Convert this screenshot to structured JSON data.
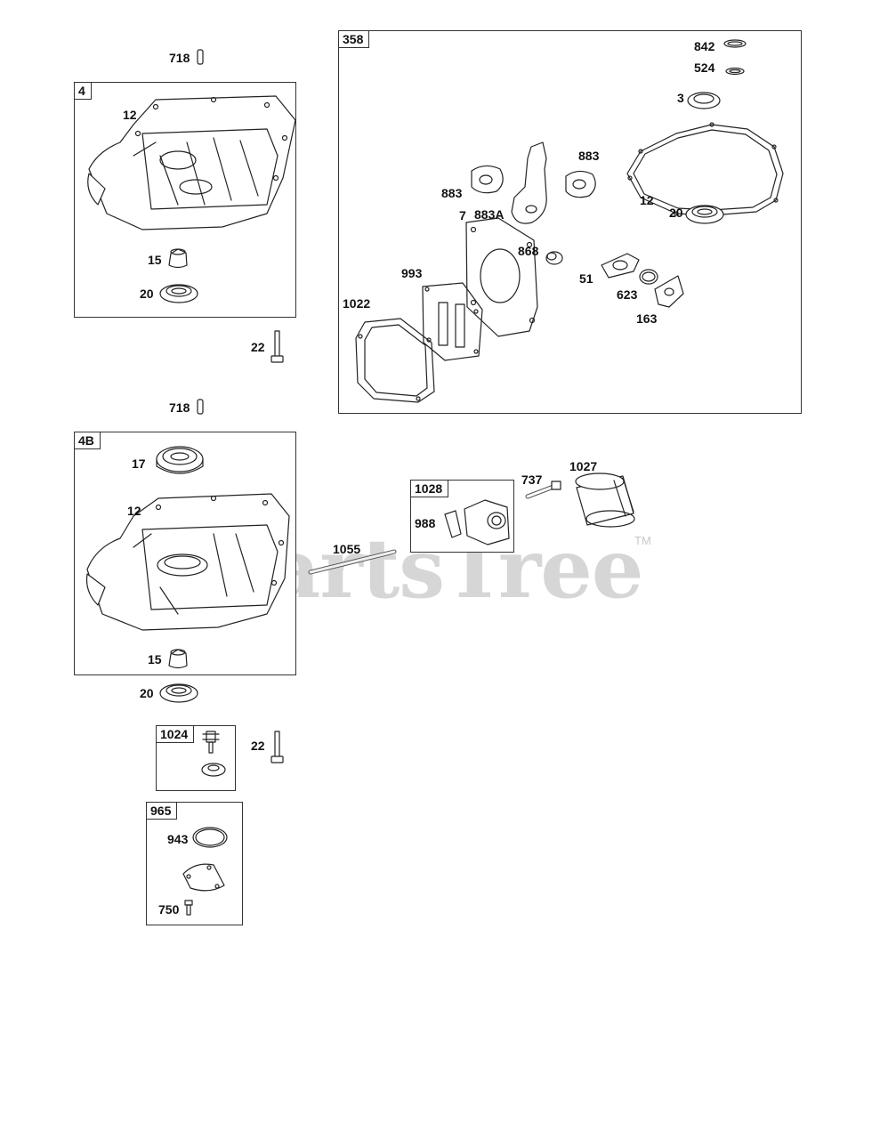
{
  "watermark": {
    "text": "PartsTree",
    "tm": "TM"
  },
  "boxes": {
    "b4": "4",
    "b358": "358",
    "b4b": "4B",
    "b1028": "1028",
    "b1024": "1024",
    "b965": "965"
  },
  "labels": {
    "l718a": "718",
    "l12a": "12",
    "l15a": "15",
    "l20a": "20",
    "l22a": "22",
    "l718b": "718",
    "l17": "17",
    "l12b": "12",
    "l15b": "15",
    "l20b": "20",
    "l22b": "22",
    "l842": "842",
    "l524": "524",
    "l3": "3",
    "l883l": "883",
    "l883r": "883",
    "l883a": "883A",
    "l12c": "12",
    "l20c": "20",
    "l7": "7",
    "l868": "868",
    "l993": "993",
    "l51": "51",
    "l623": "623",
    "l163": "163",
    "l1022": "1022",
    "l737": "737",
    "l1027": "1027",
    "l988": "988",
    "l1055": "1055",
    "l943": "943",
    "l750": "750"
  }
}
